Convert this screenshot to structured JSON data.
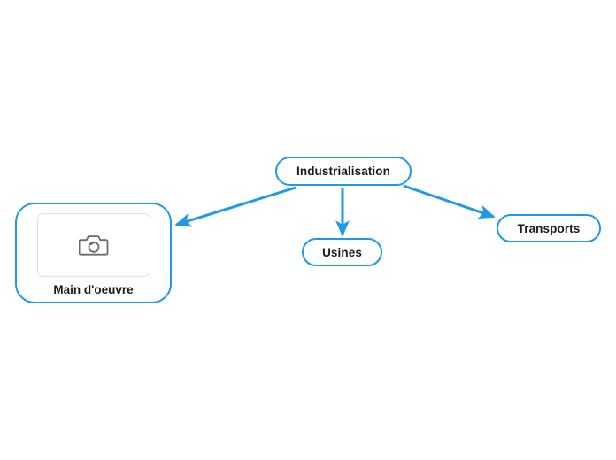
{
  "diagram": {
    "type": "mind-map",
    "background_color": "#ffffff",
    "accent_color": "#1e9ae8",
    "text_color": "#1a1a1a",
    "placeholder_border_color": "#e2e2e2",
    "root": {
      "id": "industrialisation",
      "label": "Industrialisation"
    },
    "nodes": [
      {
        "id": "main-doeuvre",
        "label": "Main d'oeuvre",
        "has_image_placeholder": true,
        "image_placeholder_icon": "camera-icon"
      },
      {
        "id": "usines",
        "label": "Usines",
        "has_image_placeholder": false
      },
      {
        "id": "transports",
        "label": "Transports",
        "has_image_placeholder": false
      }
    ],
    "edges": [
      {
        "from": "industrialisation",
        "to": "main-doeuvre",
        "direction": "down-left",
        "arrow": true
      },
      {
        "from": "industrialisation",
        "to": "usines",
        "direction": "down",
        "arrow": true
      },
      {
        "from": "industrialisation",
        "to": "transports",
        "direction": "down-right",
        "arrow": true
      }
    ]
  }
}
